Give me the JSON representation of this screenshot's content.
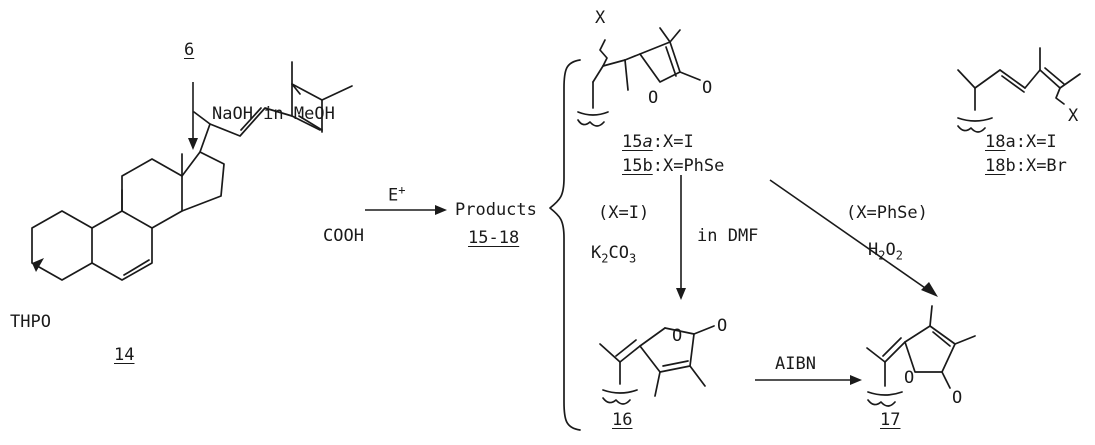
{
  "start_compound": "6",
  "step1_reagent": "NaOH in MeOH",
  "acid": {
    "number": "14",
    "protecting_group": "THPO",
    "functional_group": "COOH"
  },
  "step2_reagent": "E",
  "step2_reagent_sup": "+",
  "products": {
    "label": "Products",
    "range": "15-18"
  },
  "cmpd15": {
    "substituent": "X",
    "ring_oxygen": "O",
    "carbonyl_oxygen": "O",
    "a_number": "15",
    "a_suffix": "a",
    "a_def": ":X=I",
    "b_number": "15",
    "b_suffix": "b",
    "b_def": ":X=PhSe"
  },
  "cmpd18": {
    "substituent": "X",
    "a_number": "18",
    "a_def": "a:X=I",
    "b_number": "18",
    "b_def": "b:X=Br"
  },
  "cond_16": {
    "case": "(X=I)",
    "base": "K",
    "base_sub": "2",
    "base_tail": "CO",
    "base_sub2": "3",
    "solvent": "in DMF"
  },
  "cond_17": {
    "case": "(X=PhSe)",
    "oxidant": "H",
    "ox_sub": "2",
    "ox_mid": "O",
    "ox_sub2": "2"
  },
  "cmpd16": {
    "number": "16",
    "ring_oxygen": "O",
    "carbonyl_oxygen": "O"
  },
  "step_16_17": "AIBN",
  "cmpd17": {
    "number": "17",
    "ring_oxygen": "O",
    "carbonyl_oxygen": "O"
  }
}
